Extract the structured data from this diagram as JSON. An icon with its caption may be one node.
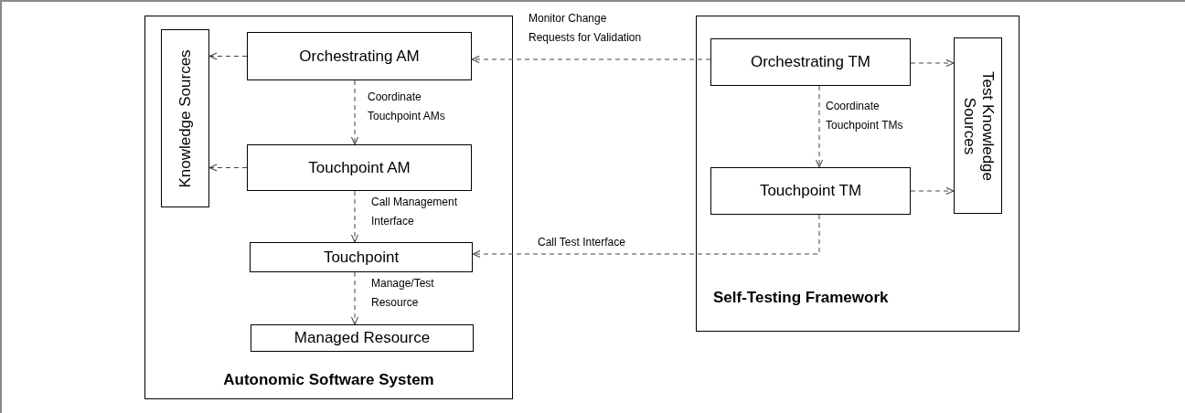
{
  "diagram": {
    "nodes": [
      {
        "text": [
          "Autonomic Software System"
        ]
      },
      {
        "text": [
          "Knowledge Sources"
        ],
        "in": 0
      },
      {
        "text": [
          "Orchestrating AM"
        ],
        "in": 0
      },
      {
        "text": [
          "Touchpoint AM"
        ],
        "in": 0
      },
      {
        "text": [
          "Touchpoint"
        ],
        "in": 0
      },
      {
        "text": [
          "Managed Resource"
        ],
        "in": 0
      },
      {
        "text": [
          "Self-Testing Framework"
        ]
      },
      {
        "text": [
          "Orchestrating TM"
        ],
        "in": 6
      },
      {
        "text": [
          "Touchpoint TM"
        ],
        "in": 6
      },
      {
        "text": [
          "Test Knowledge Sources"
        ],
        "in": 6
      }
    ],
    "edges": [
      {
        "from": 2,
        "to": 1,
        "arrow": "to",
        "style": "dashed"
      },
      {
        "from": 3,
        "to": 1,
        "arrow": "to",
        "style": "dashed"
      },
      {
        "from": 2,
        "to": 3,
        "arrow": "to",
        "style": "dashed",
        "label": "Coordinate Touchpoint AMs"
      },
      {
        "from": 3,
        "to": 4,
        "arrow": "to",
        "style": "dashed",
        "label": "Call Management Interface"
      },
      {
        "from": 4,
        "to": 5,
        "arrow": "to",
        "style": "dashed",
        "label": "Manage/Test Resource"
      },
      {
        "from": 7,
        "to": 2,
        "arrow": "to",
        "style": "dashed",
        "label": "Monitor Change Requests for Validation"
      },
      {
        "from": 7,
        "to": 9,
        "arrow": "to",
        "style": "dashed"
      },
      {
        "from": 8,
        "to": 9,
        "arrow": "to",
        "style": "dashed"
      },
      {
        "from": 7,
        "to": 8,
        "arrow": "to",
        "style": "dashed",
        "label": "Coordinate Touchpoint TMs"
      },
      {
        "from": 8,
        "to": 4,
        "arrow": "to",
        "style": "dashed",
        "label": "Call Test Interface"
      }
    ]
  }
}
